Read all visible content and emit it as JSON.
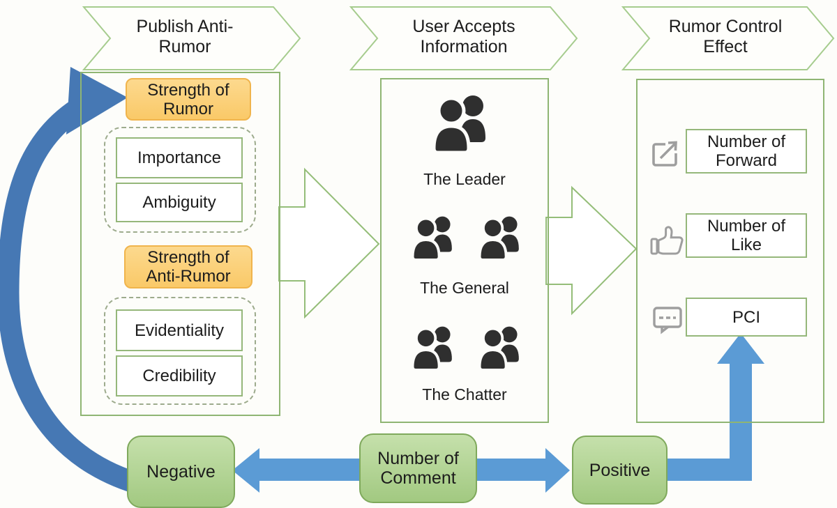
{
  "banners": [
    {
      "label": "Publish Anti-Rumor"
    },
    {
      "label": "User Accepts Information"
    },
    {
      "label": "Rumor Control Effect"
    }
  ],
  "publish_column": {
    "strength_of_rumor": "Strength of Rumor",
    "rumor_factors": [
      "Importance",
      "Ambiguity"
    ],
    "strength_of_anti_rumor": "Strength of Anti-Rumor",
    "anti_rumor_factors": [
      "Evidentiality",
      "Credibility"
    ]
  },
  "user_column": {
    "groups": [
      {
        "icon": "people-pair-icon",
        "label": "The Leader"
      },
      {
        "icon": "people-pair-double-icon",
        "label": "The General"
      },
      {
        "icon": "people-pair-double-icon",
        "label": "The Chatter"
      }
    ]
  },
  "effect_column": {
    "items": [
      {
        "icon": "share-icon",
        "label": "Number of Forward"
      },
      {
        "icon": "thumbs-up-icon",
        "label": "Number of Like"
      },
      {
        "icon": "comment-icon",
        "label": "PCI"
      }
    ]
  },
  "feedback_row": {
    "negative": "Negative",
    "number_of_comment": "Number of Comment",
    "positive": "Positive"
  },
  "colors": {
    "flow_blue": "#5b9bd5",
    "feedback_blue": "#4678b4",
    "green_box_fill": "#b5d89a",
    "green_box_border": "#7fa95c",
    "outline_green": "#8fb573",
    "banner_border_green": "#a6cc8e",
    "flow_arrow_green": "#94bd78",
    "orange_fill": "#fbd17c",
    "orange_border": "#f0b44c",
    "dashed_border": "#9dab8d",
    "icon_gray": "#9e9e9e",
    "people_dark": "#2f2f2f"
  }
}
